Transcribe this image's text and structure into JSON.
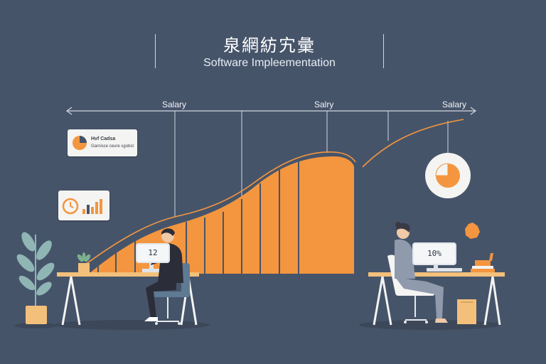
{
  "header": {
    "title": "泉網紡宄彙",
    "subtitle": "Software Impleementation"
  },
  "timeline": {
    "labels": [
      "Salary",
      "Salry",
      "Salary"
    ]
  },
  "cards": {
    "pie_card_title": "Hvf Cadsa",
    "pie_card_subtitle": "Garnisce ceure sgobst"
  },
  "desks": {
    "left_monitor_value": "12",
    "right_monitor_value": "10%"
  },
  "colors": {
    "background": "#46546a",
    "accent": "#f3963f",
    "desk": "#f3c07b",
    "line": "#cfd6e0"
  }
}
